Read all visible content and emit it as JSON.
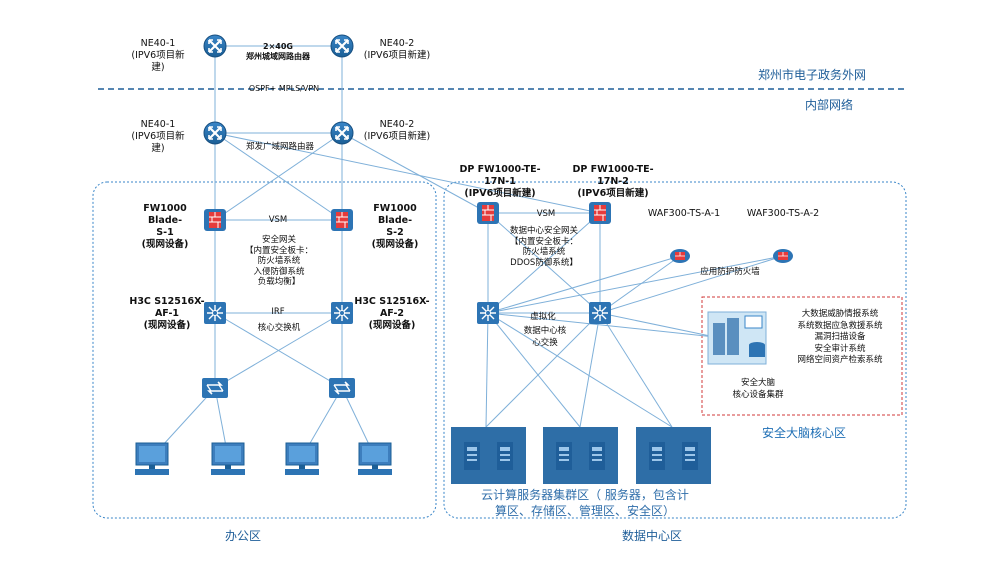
{
  "colors": {
    "line": "#7fb0d9",
    "zone_border": "#3a86c8",
    "accent_blue": "#1f5e99",
    "device_blue": "#1b6aa6",
    "red": "#d23a3a",
    "server_fill": "#2e6ea7"
  },
  "top_routers": [
    {
      "name": "NE40-1",
      "sub": "(IPV6项目新建)",
      "icon": "router-icon"
    },
    {
      "name": "NE40-2",
      "sub": "(IPV6项目新建)",
      "icon": "router-icon"
    }
  ],
  "top_link": {
    "line1": "2×40G",
    "line2": "郑州城域网路由器"
  },
  "ospf_label": "OSPF+ MPLS/VPN",
  "external_label": "郑州市电子政务外网",
  "internal_label": "内部网络",
  "mid_routers": [
    {
      "name": "NE40-1",
      "sub": "(IPV6项目新建)"
    },
    {
      "name": "NE40-2",
      "sub": "(IPV6项目新建)"
    }
  ],
  "mid_link_label": "郑发广域网路由器",
  "office": {
    "fw_left": "FW1000 Blade-\nS-1\n(现网设备)",
    "fw_right": "FW1000 Blade-\nS-2\n(现网设备)",
    "vsm": "VSM",
    "fw_desc": "安全网关\n【内置安全板卡：\n防火墙系统\n入侵防御系统\n负载均衡】",
    "sw_left": "H3C S12516X-\nAF-1\n(现网设备)",
    "sw_right": "H3C S12516X-\nAF-2\n(现网设备)",
    "irf": "IRF",
    "core": "核心交换机",
    "zone": "办公区"
  },
  "dc": {
    "dp_left": "DP FW1000-TE-\n17N-1\n(IPV6项目新建)",
    "dp_right": "DP FW1000-TE-\n17N-2\n(IPV6项目新建)",
    "vsm": "VSM",
    "dp_desc": "数据中心安全网关\n【内置安全板卡：\n防火墙系统\nDDOS防御系统】",
    "waf1": "WAF300-TS-A-1",
    "waf2": "WAF300-TS-A-2",
    "app_fw": "应用防护防火墙",
    "virt": "虚拟化",
    "dc_core": "数据中心核\n心交换",
    "cloud_text": "云计算服务器集群区（        服务器，包含计\n算区、存储区、管理区、安全区）",
    "zone": "数据中心区"
  },
  "brain": {
    "list": "大数据威胁情报系统\n系统数据应急救援系统\n漏洞扫描设备\n安全审计系统\n网络空间资产检索系统",
    "cluster": "安全大脑\n核心设备集群",
    "zone": "安全大脑核心区"
  }
}
